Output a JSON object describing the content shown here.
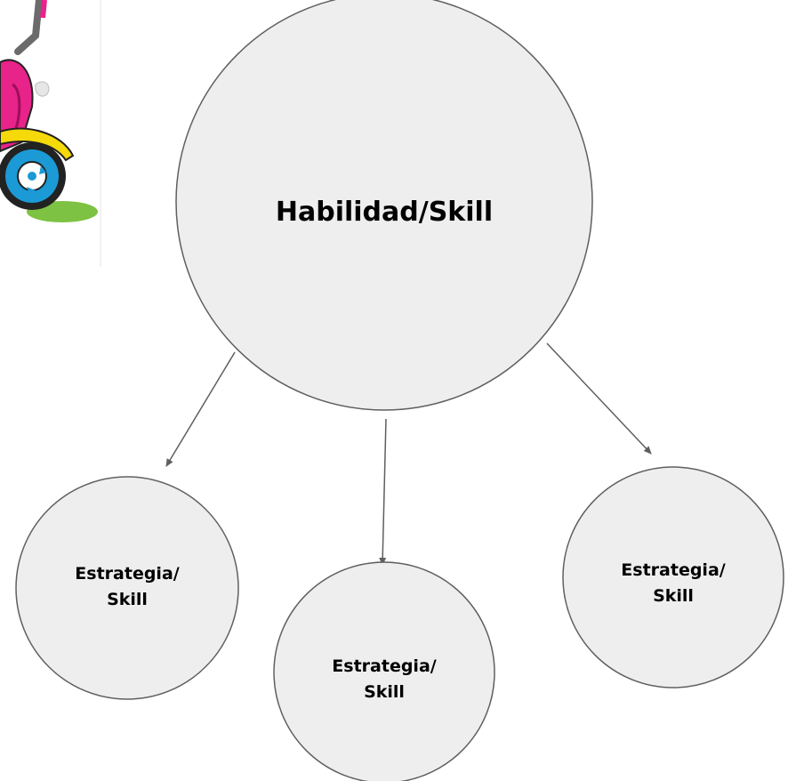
{
  "diagram": {
    "main_node": {
      "label": "Habilidad/Skill"
    },
    "sub_nodes": [
      {
        "label_line1": "Estrategia/",
        "label_line2": "Skill"
      },
      {
        "label_line1": "Estrategia/",
        "label_line2": "Skill"
      },
      {
        "label_line1": "Estrategia/",
        "label_line2": "Skill"
      }
    ]
  },
  "illustration": {
    "icon": "tricycle-icon"
  },
  "colors": {
    "node_fill": "#eeeeee",
    "node_stroke": "#5f5f5f",
    "arrow": "#5f5f5f",
    "text": "#000000"
  }
}
